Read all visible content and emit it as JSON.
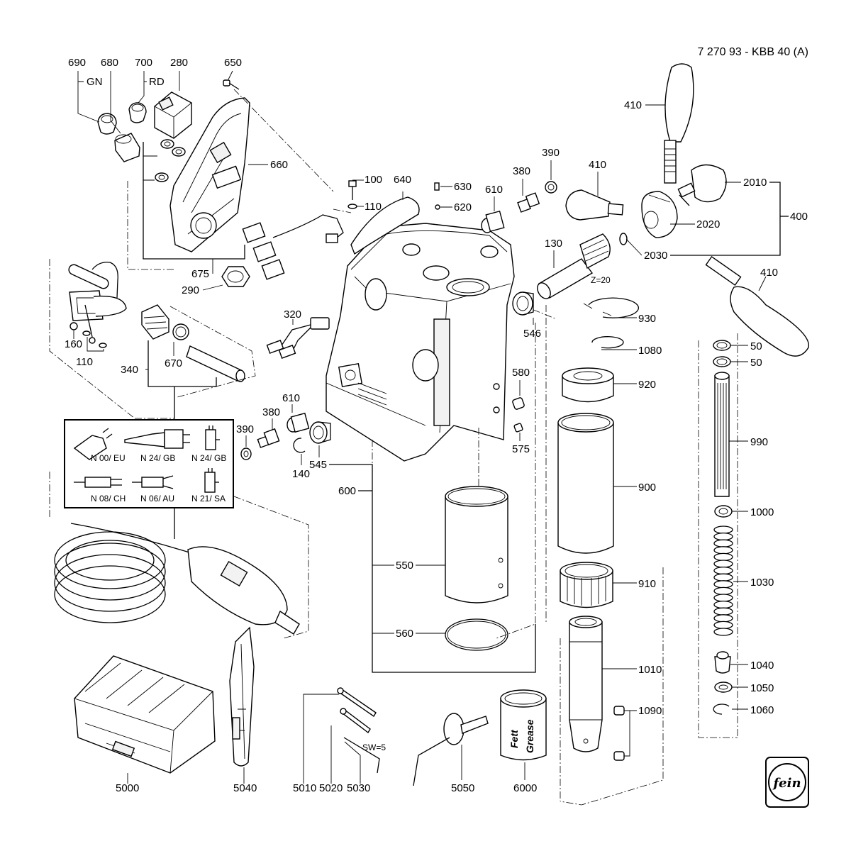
{
  "document": {
    "code": "7 270 93 - KBB 40 (A)",
    "logo_text": "fein"
  },
  "color_codes": {
    "gn": "GN",
    "rd": "RD"
  },
  "plugs": [
    {
      "label": "N 00/ EU"
    },
    {
      "label": "N 24/ GB"
    },
    {
      "label": "N 24/ GB"
    },
    {
      "label": "N 08/ CH"
    },
    {
      "label": "N 06/ AU"
    },
    {
      "label": "N 21/ SA"
    }
  ],
  "annotations": {
    "z20": "Z=20",
    "sw5": "SW=5",
    "grease_de": "Fett",
    "grease_en": "Grease"
  },
  "parts": {
    "p690": "690",
    "p680": "680",
    "p700": "700",
    "p280": "280",
    "p650": "650",
    "p660": "660",
    "p675": "675",
    "p290": "290",
    "p160": "160",
    "p110a": "110",
    "p340": "340",
    "p670": "670",
    "p320": "320",
    "p100": "100",
    "p110b": "110",
    "p640": "640",
    "p630": "630",
    "p620": "620",
    "p610a": "610",
    "p380a": "380",
    "p390a": "390",
    "p410a": "410",
    "p410b": "410",
    "p410c": "410",
    "p2010": "2010",
    "p400": "400",
    "p2020": "2020",
    "p2030": "2030",
    "p130": "130",
    "p546": "546",
    "p930": "930",
    "p1080": "1080",
    "p920": "920",
    "p580": "580",
    "p575": "575",
    "p610b": "610",
    "p380b": "380",
    "p390b": "390",
    "p140": "140",
    "p545": "545",
    "p600": "600",
    "p900": "900",
    "p550": "550",
    "p910": "910",
    "p560": "560",
    "p1010": "1010",
    "p1090": "1090",
    "p50a": "50",
    "p50b": "50",
    "p990": "990",
    "p1000": "1000",
    "p1030": "1030",
    "p1040": "1040",
    "p1050": "1050",
    "p1060": "1060",
    "p5000": "5000",
    "p5040": "5040",
    "p5010": "5010",
    "p5020": "5020",
    "p5030": "5030",
    "p5050": "5050",
    "p6000": "6000"
  }
}
